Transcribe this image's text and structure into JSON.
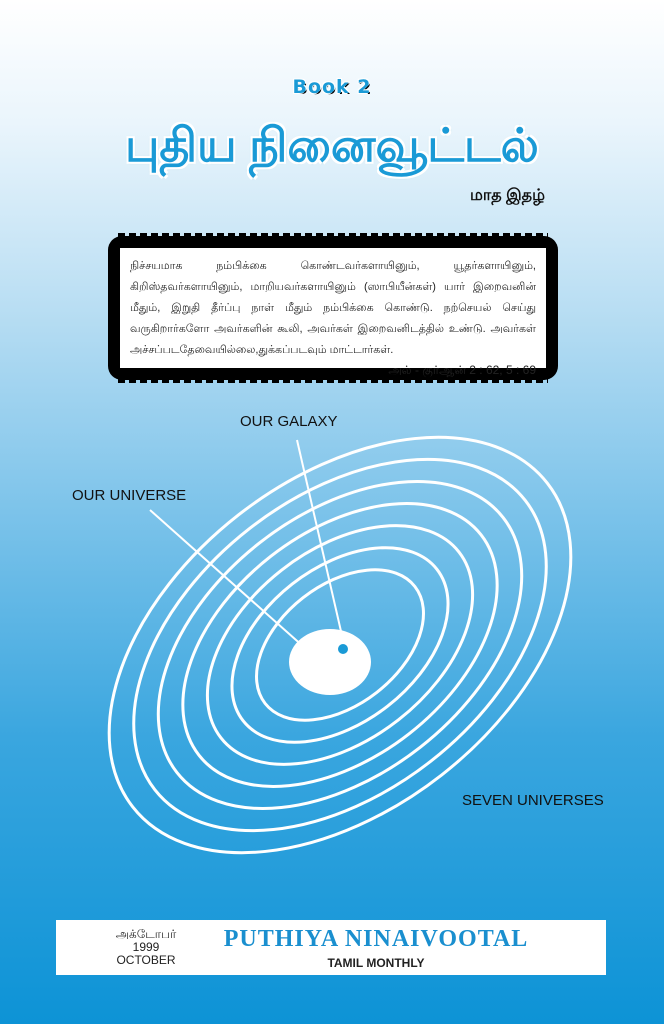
{
  "header": {
    "book": "Book 2",
    "title": "புதிய நினைவூட்டல்",
    "subtitle": "மாத இதழ்"
  },
  "quote": {
    "text": "நிச்சயமாக நம்பிக்கை கொண்டவர்களாயினும், யூதர்களாயினும், கிறிஸ்தவர்களாயினும், மாறியவர்களாயினும் (ஸாபியீன்கள்) யார் இறைவனின் மீதும், இறுதி தீர்ப்பு நாள் மீதும் நம்பிக்கை கொண்டு. நற்செயல் செய்து வருகிறார்களோ அவர்களின் கூலி, அவர்கள் இறைவனிடத்தில் உண்டு. அவர்கள் அச்சப்படதேவையில்லை,துக்கப்படவும் மாட்டார்கள்.",
    "reference": "அல் - குர்ஆன் 2 : 62, 5 : 69"
  },
  "diagram": {
    "galaxy_label": "OUR GALAXY",
    "universe_label": "OUR UNIVERSE",
    "seven_label": "SEVEN UNIVERSES",
    "ring_count": 7
  },
  "footer": {
    "month_tamil": "அக்டோபர்",
    "year": "1999",
    "month": "OCTOBER",
    "title": "PUTHIYA NINAIVOOTAL",
    "subtitle": "TAMIL MONTHLY"
  },
  "colors": {
    "accent": "#1a9ad6",
    "background_bottom": "#0d93d6"
  }
}
